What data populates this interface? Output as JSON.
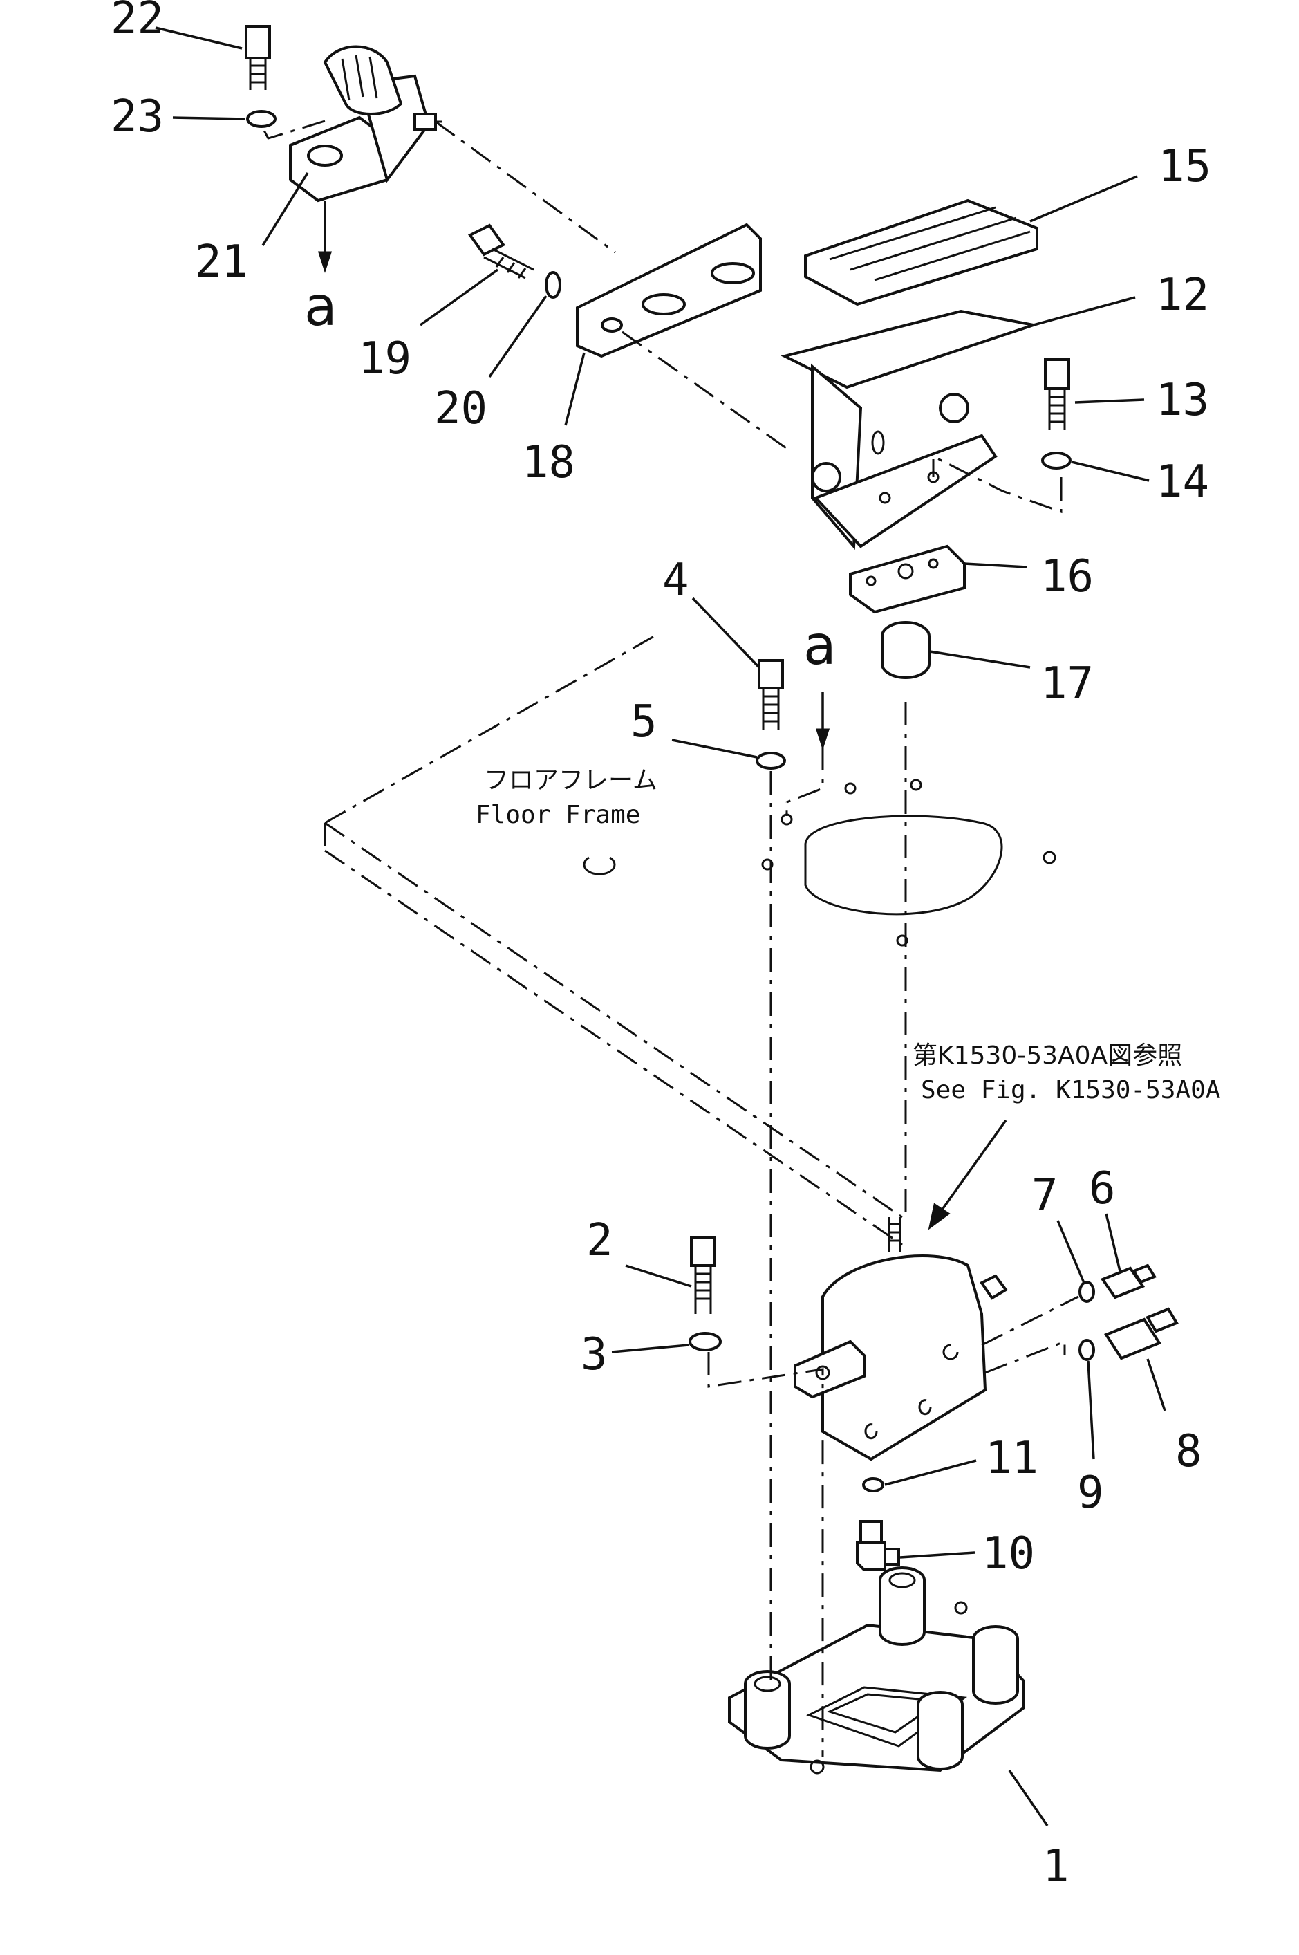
{
  "callouts": {
    "c1": "1",
    "c2": "2",
    "c3": "3",
    "c4": "4",
    "c5": "5",
    "c6": "6",
    "c7": "7",
    "c8": "8",
    "c9": "9",
    "c10": "10",
    "c11": "11",
    "c12": "12",
    "c13": "13",
    "c14": "14",
    "c15": "15",
    "c16": "16",
    "c17": "17",
    "c18": "18",
    "c19": "19",
    "c20": "20",
    "c21": "21",
    "c22": "22",
    "c23": "23"
  },
  "markers": {
    "a_top": "a",
    "a_mid": "a"
  },
  "floor_frame": {
    "jp": "フロアフレーム",
    "en": "Floor Frame"
  },
  "reference": {
    "jp": "第K1530-53A0A図参照",
    "en": "See Fig. K1530-53A0A"
  }
}
